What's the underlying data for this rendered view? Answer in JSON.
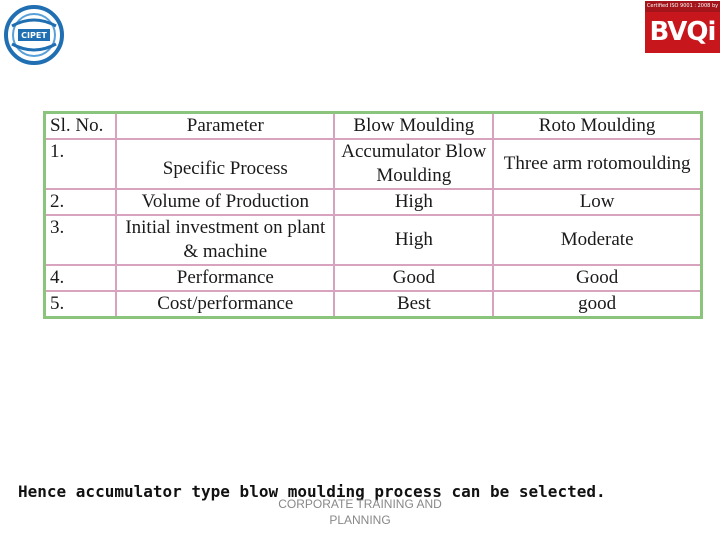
{
  "header": {
    "left_logo_text": "CIPET",
    "right_logo_cert": "Certified ISO 9001 : 2008 by",
    "right_logo_mark": "BVQi"
  },
  "table": {
    "columns": [
      "Sl. No.",
      "Parameter",
      "Blow Moulding",
      "Roto Moulding"
    ],
    "rows": [
      {
        "sl": "1.",
        "parameter": "Specific Process",
        "blow": "Accumulator Blow Moulding",
        "roto": "Three arm rotomoulding"
      },
      {
        "sl": "2.",
        "parameter": "Volume of Production",
        "blow": "High",
        "roto": "Low"
      },
      {
        "sl": "3.",
        "parameter": "Initial investment on plant & machine",
        "blow": "High",
        "roto": "Moderate"
      },
      {
        "sl": "4.",
        "parameter": "Performance",
        "blow": "Good",
        "roto": "Good"
      },
      {
        "sl": "5.",
        "parameter": "Cost/performance",
        "blow": "Best",
        "roto": "good"
      }
    ]
  },
  "caption": "Hence accumulator type blow moulding process can be selected.",
  "footer": "CORPORATE TRAINING AND PLANNING",
  "colors": {
    "table_border": "#8bc47d",
    "cell_border": "#d8a3bf",
    "logo_red": "#c8161d",
    "logo_blue": "#1f6fb2"
  }
}
